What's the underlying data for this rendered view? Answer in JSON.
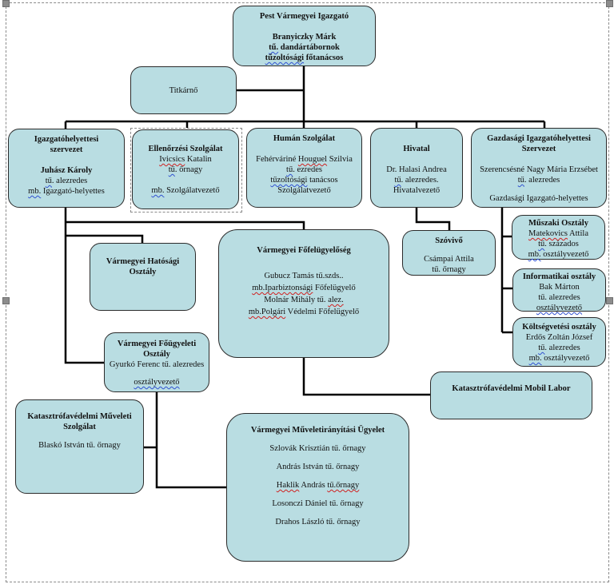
{
  "chart": {
    "title": "Pest Vármegyei Igazgató org chart",
    "colors": {
      "box_fill": "#b9dde2",
      "box_border": "#2b2b2b",
      "connector": "#000000"
    }
  },
  "nodes": {
    "director": {
      "title": "Pest Vármegyei Igazgató",
      "name": "Branyiczky Márk",
      "rank_a": "tű.",
      "rank_b": " dandártábornok",
      "rank2_a": "tűzoltósági",
      "rank2_b": " főtanácsos"
    },
    "secretary": {
      "title": "Titkárnő"
    },
    "deputy": {
      "title1": "Igazgatóhelyettesi",
      "title2": "szervezet",
      "name": "Juhász Károly",
      "rank_a": "tű",
      "rank_b": ". alezredes",
      "role_a": "mb.",
      "role_b": " Igazgató-helyettes"
    },
    "control": {
      "title": "Ellenőrzési Szolgálat",
      "name_a": "Ivicsics",
      "name_b": " Katalin",
      "rank_a": "tű",
      "rank_b": ". őrnagy",
      "role_a": "mb.",
      "role_b": " Szolgálatvezető"
    },
    "human": {
      "title": "Humán Szolgálat",
      "name_a": "Fehérváriné ",
      "name_b": "Houguel",
      "name_c": " Szilvia",
      "rank_a": "tű",
      "rank_b": ". ezredes",
      "rank2_a": "tűzoltósági",
      "rank2_b": " tanácsos",
      "role": "Szolgálatvezető"
    },
    "office": {
      "title": "Hivatal",
      "name": "Dr. Halasi Andrea",
      "rank_a": "tű",
      "rank_b": ". alezredes.",
      "role": "Hivatalvezető"
    },
    "econ": {
      "title1": "Gazdasági Igazgatóhelyettesi",
      "title2": "Szervezet",
      "name": "Szerencsésné Nagy Mária Erzsébet",
      "rank_a": "tű",
      "rank_b": ". alezredes",
      "role": "Gazdasági Igazgató-helyettes"
    },
    "spokes": {
      "title": "Szóvivő",
      "name": "Csámpai Attila",
      "rank": "tű. őrnagy"
    },
    "tech": {
      "title": "Műszaki Osztály",
      "name_a": "Matekovics",
      "name_b": " Attila",
      "rank_a": "tű",
      "rank_b": ". százados",
      "role_a": "mb.",
      "role_b": " osztályvezető"
    },
    "it": {
      "title": "Informatikai osztály",
      "name": "Bak Márton",
      "rank": "tű. alezredes",
      "role": "osztályvezető"
    },
    "budget": {
      "title": "Költségvetési osztály",
      "name": "Erdős Zoltán József",
      "rank_a": "tű",
      "rank_b": ". alezredes",
      "role_a": "mb.",
      "role_b": " osztályvezető"
    },
    "authority": {
      "title1": "Vármegyei Hatósági",
      "title2": "Osztály"
    },
    "inspectorate": {
      "title": "Vármegyei Főfelügyelőség",
      "l1": "Gubucz Tamás tű.szds..",
      "l2_a": "mb.Iparbiztonsági",
      "l2_b": " Főfelügyelő",
      "l3_a": "Molnár Mihály tű. ",
      "l3_b": "alez.",
      "l4_a": "mb.Polgári",
      "l4_b": " Védelmi Főfelügyelő"
    },
    "duty": {
      "title1": "Vármegyei Főügyeleti",
      "title2": "Osztály",
      "name": "Gyurkó Ferenc tű. alezredes",
      "role": "osztályvezető"
    },
    "mobile_lab": {
      "title": "Katasztrófavédelmi Mobil Labor"
    },
    "ops_service": {
      "title1": "Katasztrófavédelmi Műveleti",
      "title2": "Szolgálat",
      "name": "Blaskó István tű. őrnagy"
    },
    "ops_control": {
      "title": "Vármegyei Műveletirányítási Ügyelet",
      "p1": "Szlovák Krisztián tű. őrnagy",
      "p2": "András István tű. őrnagy",
      "p3_a": "Haklik",
      "p3_b": " András ",
      "p3_c": "tű.őrnagy",
      "p4": "Losonczi Dániel tű. őrnagy",
      "p5": "Drahos László tű. őrnagy"
    }
  }
}
